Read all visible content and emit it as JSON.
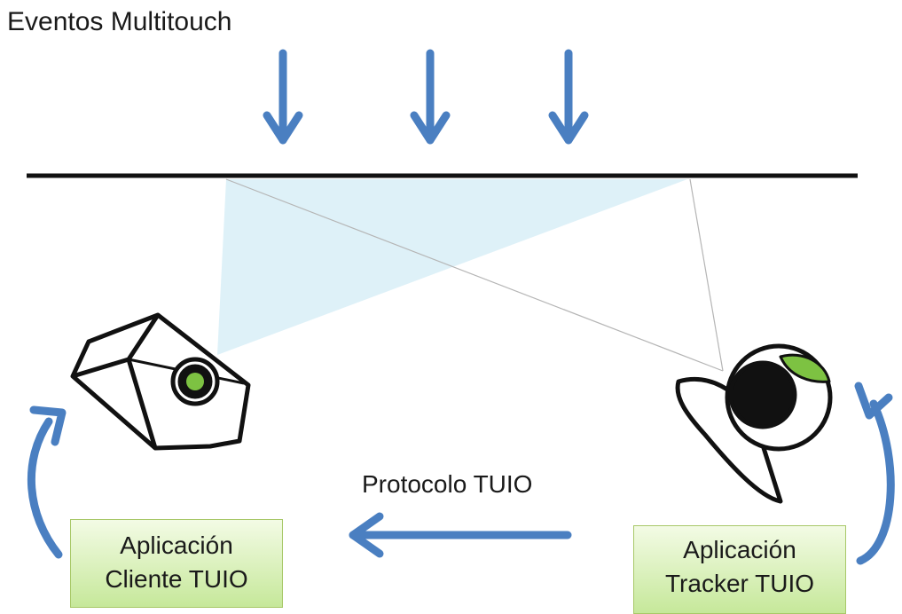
{
  "title": "Eventos Multitouch",
  "protocol_label": "Protocolo TUIO",
  "client_app": {
    "line1": "Aplicación",
    "line2": "Cliente TUIO"
  },
  "tracker_app": {
    "line1": "Aplicación",
    "line2": "Tracker TUIO"
  },
  "colors": {
    "arrow_blue": "#4a7fc1",
    "box_fill_top": "#f3fbe5",
    "box_fill_bottom": "#c6e89a",
    "lens_green": "#7dc242",
    "projection_fill": "#d8eef7"
  },
  "icons": [
    "projector-icon",
    "camera-icon"
  ]
}
